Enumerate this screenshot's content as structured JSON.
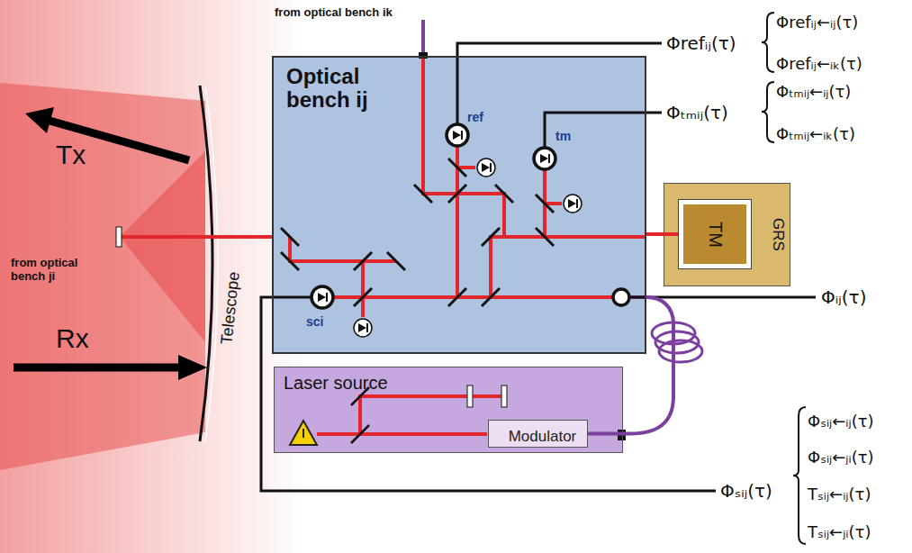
{
  "diagram": {
    "nodes": [
      {
        "text": [
          "Optical bench ij"
        ]
      },
      {
        "text": [
          "GRS"
        ]
      },
      {
        "text": [
          "TM"
        ],
        "in": 1
      },
      {
        "text": [
          "Laser source"
        ]
      },
      {
        "text": [
          "Modulator"
        ],
        "in": 3
      }
    ],
    "edges": [
      {
        "from": 4,
        "to": 0,
        "arrow": "none"
      },
      {
        "from": 0,
        "to": 2,
        "arrow": "none"
      }
    ],
    "labels": [
      "from optical bench ik",
      "ref",
      "tm",
      "sci",
      "Tx",
      "Rx",
      "from optical bench ji",
      "Telescope",
      "Φrefᵢⱼ(τ)",
      "Φrefᵢⱼ←ᵢⱼ(τ)",
      "Φrefᵢⱼ←ᵢₖ(τ)",
      "Φₜₘᵢⱼ(τ)",
      "Φₜₘᵢⱼ←ᵢⱼ(τ)",
      "Φₜₘᵢⱼ←ᵢₖ(τ)",
      "Φᵢⱼ(τ)",
      "Φₛᵢⱼ(τ)",
      "Φₛᵢⱼ←ᵢⱼ(τ)",
      "Φₛᵢⱼ←ⱼᵢ(τ)",
      "Tₛᵢⱼ←ᵢⱼ(τ)",
      "Tₛᵢⱼ←ⱼᵢ(τ)"
    ]
  }
}
